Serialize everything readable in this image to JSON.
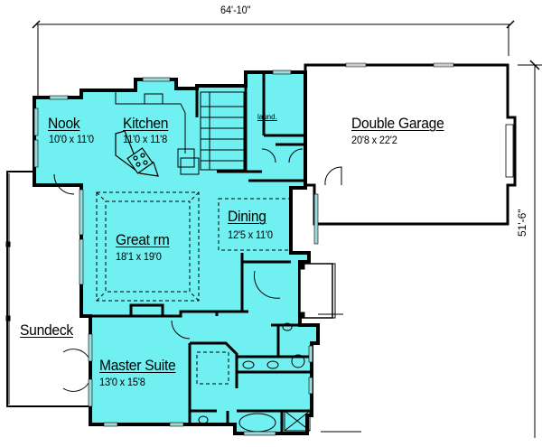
{
  "plan": {
    "dimensions": {
      "width": "64'-10\"",
      "depth": "51'-6\""
    },
    "colors": {
      "interior_fill": "#70F0F0",
      "wall": "#000000",
      "window": "#9ED8D8",
      "background": "#FFFFFF"
    },
    "rooms": [
      {
        "name": "Nook",
        "size": "10'0 x 11'0"
      },
      {
        "name": "Kitchen",
        "size": "11'0 x 11'8"
      },
      {
        "name": "Double Garage",
        "size": "20'8 x 22'2"
      },
      {
        "name": "Great rm",
        "size": "18'1 x 19'0"
      },
      {
        "name": "Dining",
        "size": "12'5 x 11'0"
      },
      {
        "name": "Master Suite",
        "size": "13'0 x 15'8"
      },
      {
        "name": "Sundeck",
        "size": ""
      },
      {
        "name": "laund.",
        "size": ""
      }
    ]
  }
}
